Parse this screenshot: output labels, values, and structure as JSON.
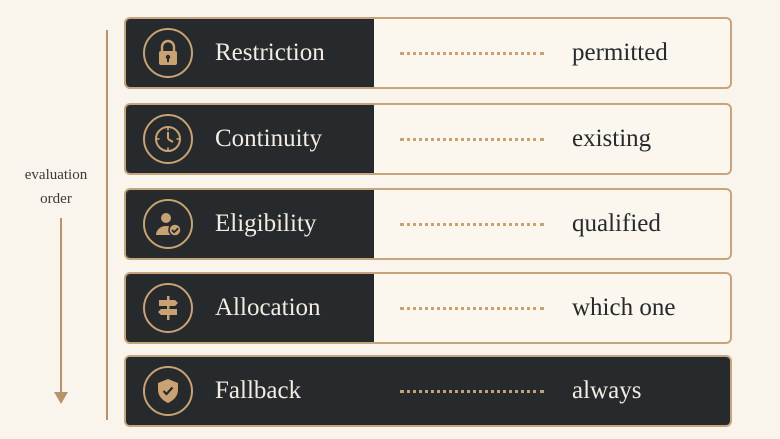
{
  "side_label": {
    "line1": "evaluation",
    "line2": "order"
  },
  "steps": [
    {
      "name": "Restriction",
      "icon": "lock-icon",
      "outcome": "permitted"
    },
    {
      "name": "Continuity",
      "icon": "clock-icon",
      "outcome": "existing"
    },
    {
      "name": "Eligibility",
      "icon": "person-check-icon",
      "outcome": "qualified"
    },
    {
      "name": "Allocation",
      "icon": "signpost-icon",
      "outcome": "which one"
    },
    {
      "name": "Fallback",
      "icon": "shield-check-icon",
      "outcome": "always"
    }
  ],
  "colors": {
    "accent": "#c9a274",
    "dark": "#262a2c",
    "background": "#faf5ec"
  }
}
